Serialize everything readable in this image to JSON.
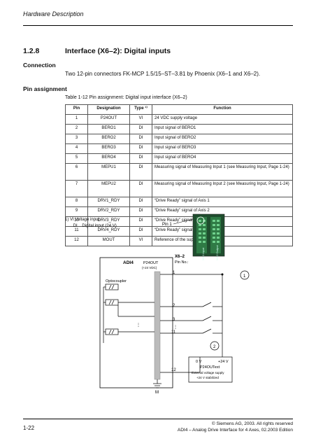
{
  "header": {
    "running_title": "Hardware Description"
  },
  "section": {
    "number": "1.2.8",
    "title": "Interface (X6–2): Digital inputs"
  },
  "connection": {
    "heading": "Connection",
    "text": "Two 12-pin connectors FK-MCP 1.5/15–ST–3.81 by Phoenix (X6–1 and X6–2)."
  },
  "pin_assignment": {
    "heading": "Pin assignment",
    "caption": "Table 1-12      Pin assignment: Digital input interface (X6–2)",
    "columns": [
      "Pin",
      "Designation",
      "Type ¹⁾",
      "Function"
    ],
    "rows": [
      [
        "1",
        "P24OUT",
        "VI",
        "24 VDC supply voltage"
      ],
      [
        "2",
        "BERO1",
        "DI",
        "Input signal of BERO1"
      ],
      [
        "3",
        "BERO2",
        "DI",
        "Input signal of BERO2"
      ],
      [
        "4",
        "BERO3",
        "DI",
        "Input signal of BERO3"
      ],
      [
        "5",
        "BERO4",
        "DI",
        "Input signal of BERO4"
      ],
      [
        "6",
        "MEPU1",
        "DI",
        "Measuring signal of Measuring Input 1 (see Measuring Input, Page 1-24)"
      ],
      [
        "7",
        "MEPU2",
        "DI",
        "Measuring signal of Measuring Input 2 (see Measuring Input, Page 1-24)"
      ],
      [
        "8",
        "DRV1_RDY",
        "DI",
        "“Drive Ready” signal of Axis 1"
      ],
      [
        "9",
        "DRV2_RDY",
        "DI",
        "“Drive Ready” signal of Axis 2"
      ],
      [
        "10",
        "DRV3_RDY",
        "DI",
        "“Drive Ready” signal of Axis 3"
      ],
      [
        "11",
        "DRV4_RDY",
        "DI",
        "“Drive Ready” signal of Axis 4"
      ],
      [
        "12",
        "MOUT",
        "VI",
        "Reference of the supply voltage"
      ]
    ],
    "footnote_line1": "1)   VI    Voltage input",
    "footnote_line2": "       DI    Digital input (24 V)"
  },
  "connector_figure": {
    "pin1_label": "Pin 1",
    "label_left": "X6-1 input",
    "label_right": "X6-2 Output"
  },
  "diagram": {
    "module": "ADI4",
    "p24out": "P24OUT",
    "p24_note": "(+24 VDC)",
    "x62": "X6–2",
    "pin_no": "Pin No.:",
    "optocoupler": "Optocoupler",
    "pin_1": "1",
    "pin_2": "2",
    "pin_3": "3",
    "pin_11": "11",
    "pin_12": "12",
    "ground": "M",
    "callout_1": "1",
    "callout_2": "2",
    "supply_0v": "0 V",
    "supply_24v": "+24 V",
    "supply_name": "P24OUText",
    "supply_desc1": "External voltage supply",
    "supply_desc2": "+24 V stabilized"
  },
  "footer": {
    "page": "1-22",
    "copyright": "© Siemens AG, 2003. All rights reserved",
    "edition": "ADI4 – Analog Drive Interface for 4 Axes, 02.2003 Edition"
  }
}
